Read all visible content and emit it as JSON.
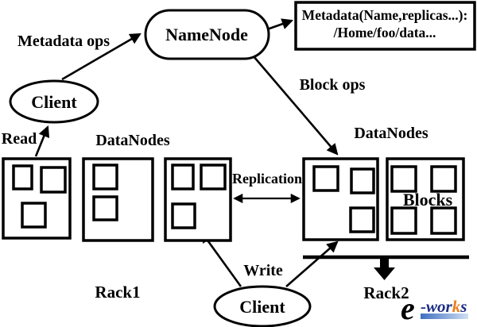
{
  "diagram": {
    "namenode_label": "NameNode",
    "metadata_box": {
      "line1": "Metadata(Name,replicas...):",
      "line2": "/Home/foo/data..."
    },
    "client_left_label": "Client",
    "client_bottom_label": "Client",
    "labels": {
      "metadata_ops": "Metadata ops",
      "block_ops": "Block ops",
      "read": "Read",
      "write": "Write",
      "replication": "Replication",
      "datanodes_left": "DataNodes",
      "datanodes_right": "DataNodes",
      "blocks": "Blocks",
      "rack1": "Rack1",
      "rack2": "Rack2"
    },
    "colors": {
      "ink": "#000000",
      "background": "#ffffff"
    }
  },
  "logo": {
    "e_glyph": "e",
    "works_part1": "-wor",
    "works_part2": "k",
    "works_part3": "s",
    "orange": "#ee7d17",
    "navy": "#1b2d85"
  }
}
